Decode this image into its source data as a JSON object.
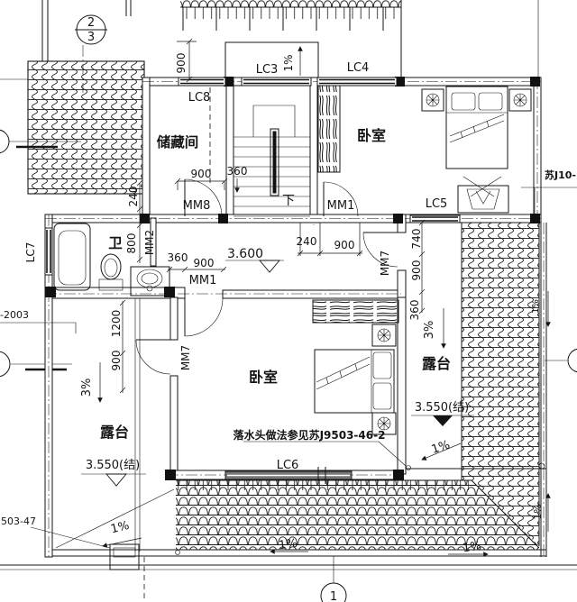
{
  "drawing": {
    "grid": {
      "bubble_top_upper": "2",
      "bubble_top_lower": "3",
      "bubble_bottom": "1"
    },
    "rooms": {
      "storage": "储藏间",
      "bedroom_top": "卧室",
      "bedroom_bottom": "卧室",
      "bath": "卫",
      "terrace_left": "露台",
      "terrace_right": "露台"
    },
    "windows": {
      "lc3": "LC3",
      "lc4": "LC4",
      "lc5": "LC5",
      "lc6": "LC6",
      "lc7": "LC7",
      "lc8": "LC8"
    },
    "doors": {
      "mm1_top": "MM1",
      "mm1_mid": "MM1",
      "mm2": "MM2",
      "mm7_left": "MM7",
      "mm7_right": "MM7",
      "mm8": "MM8"
    },
    "levels": {
      "hall": "3.600",
      "terrace_left": "3.550(结)",
      "terrace_right": "3.550(结)"
    },
    "slopes": {
      "canopy": "1%",
      "terrace_left_3": "3%",
      "terrace_right_3": "3%",
      "terrace_left_1": "1%",
      "terrace_right_1": "1%",
      "roof_bottom_mid": "1%",
      "roof_bottom_right": "1%",
      "gutter_up": "1%",
      "gutter_down": "1%"
    },
    "dimensions": {
      "roof_left_900": "900",
      "storage_door_900": "900",
      "stair_360": "360",
      "left_240": "240",
      "left_800": "800",
      "hall_door_360": "360",
      "hall_door_900": "900",
      "hall_240": "240",
      "hall_900": "900",
      "right_740": "740",
      "right_900": "900",
      "right_360": "360",
      "left_1200": "1200",
      "left_low_900": "900"
    },
    "notes": {
      "drain": "落水头做法参见苏J9503-46-2",
      "ref_right": "苏J10-",
      "ref_left": "-2003",
      "ref_bottom_left": "503-47",
      "stair_down": "下"
    }
  }
}
